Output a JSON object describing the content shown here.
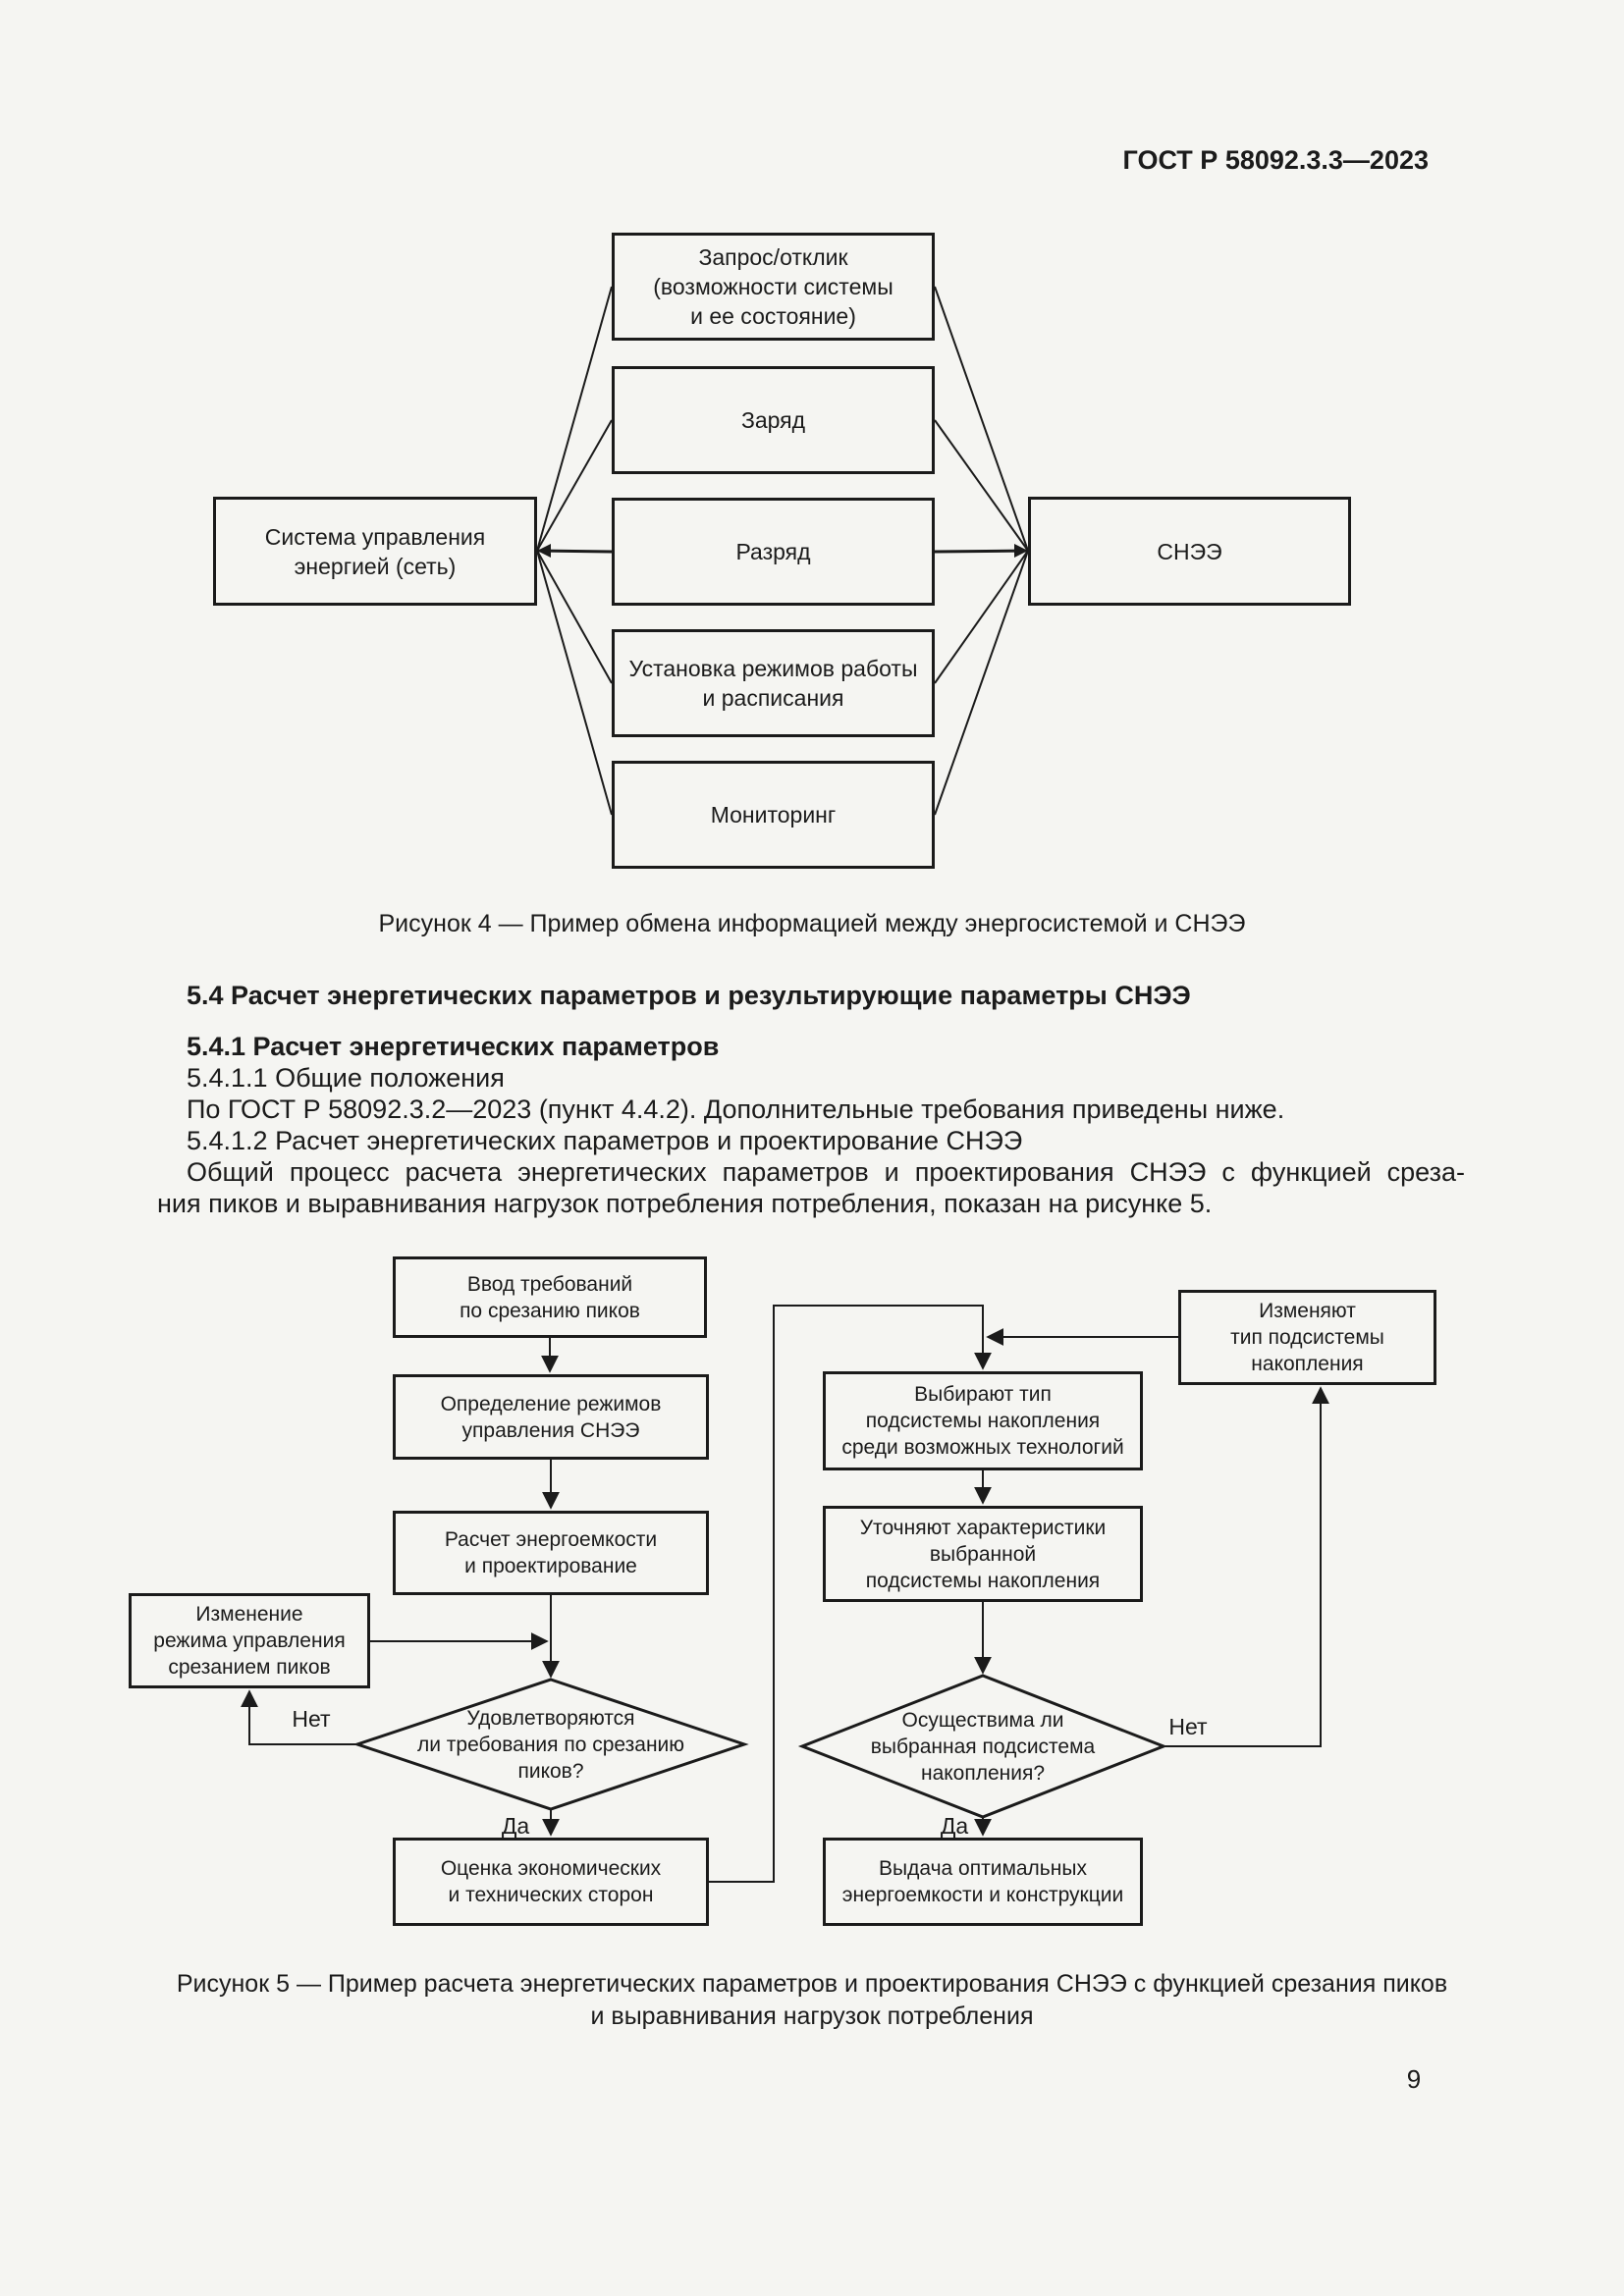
{
  "header": {
    "title": "ГОСТ Р 58092.3.3—2023"
  },
  "figure4": {
    "left_box": "Система управления\nэнергией (сеть)",
    "middle_boxes": {
      "request": "Запрос/отклик\n(возможности системы\nи ее состояние)",
      "charge": "Заряд",
      "discharge": "Разряд",
      "modes": "Установка режимов работы\nи расписания",
      "monitoring": "Мониторинг"
    },
    "right_box": "СНЭЭ",
    "caption": "Рисунок 4 — Пример обмена информацией между энергосистемой и СНЭЭ"
  },
  "text": {
    "h54": "5.4 Расчет энергетических параметров и результирующие параметры СНЭЭ",
    "h541": "5.4.1 Расчет энергетических параметров",
    "p5411": "5.4.1.1 Общие положения",
    "p_gost": "По ГОСТ Р 58092.3.2—2023 (пункт 4.4.2). Дополнительные требования приведены ниже.",
    "p5412": "5.4.1.2 Расчет энергетических параметров и проектирование СНЭЭ",
    "p_process_line1": "Общий процесс расчета энергетических параметров и проектирования СНЭЭ с функцией среза-",
    "p_process_line2": "ния пиков и выравнивания нагрузок потребления потребления, показан на рисунке 5."
  },
  "figure5": {
    "boxes": {
      "input_requirements": "Ввод требований\nпо срезанию пиков",
      "define_modes": "Определение режимов\nуправления СНЭЭ",
      "calc_capacity": "Расчет энергоемкости\nи проектирование",
      "change_mode": "Изменение\nрежима управления\nсрезанием пиков",
      "decision_peaks": "Удовлетворяются\nли требования по срезанию\nпиков?",
      "evaluate": "Оценка экономических\nи технических сторон",
      "change_subsystem": "Изменяют\nтип подсистемы\nнакопления",
      "select_type": "Выбирают тип\nподсистемы накопления\nсреди возможных технологий",
      "refine": "Уточняют характеристики\nвыбранной\nподсистемы накопления",
      "decision_feasible": "Осуществима ли\nвыбранная подсистема\nнакопления?",
      "output": "Выдача оптимальных\nэнергоемкости и конструкции"
    },
    "labels": {
      "yes": "Да",
      "no": "Нет"
    },
    "caption": "Рисунок 5 — Пример расчета энергетических параметров и проектирования СНЭЭ с функцией срезания пиков\nи выравнивания нагрузок потребления"
  },
  "footer": {
    "page_number": "9"
  },
  "colors": {
    "background": "#f5f5f2",
    "ink": "#1b1b1b"
  }
}
